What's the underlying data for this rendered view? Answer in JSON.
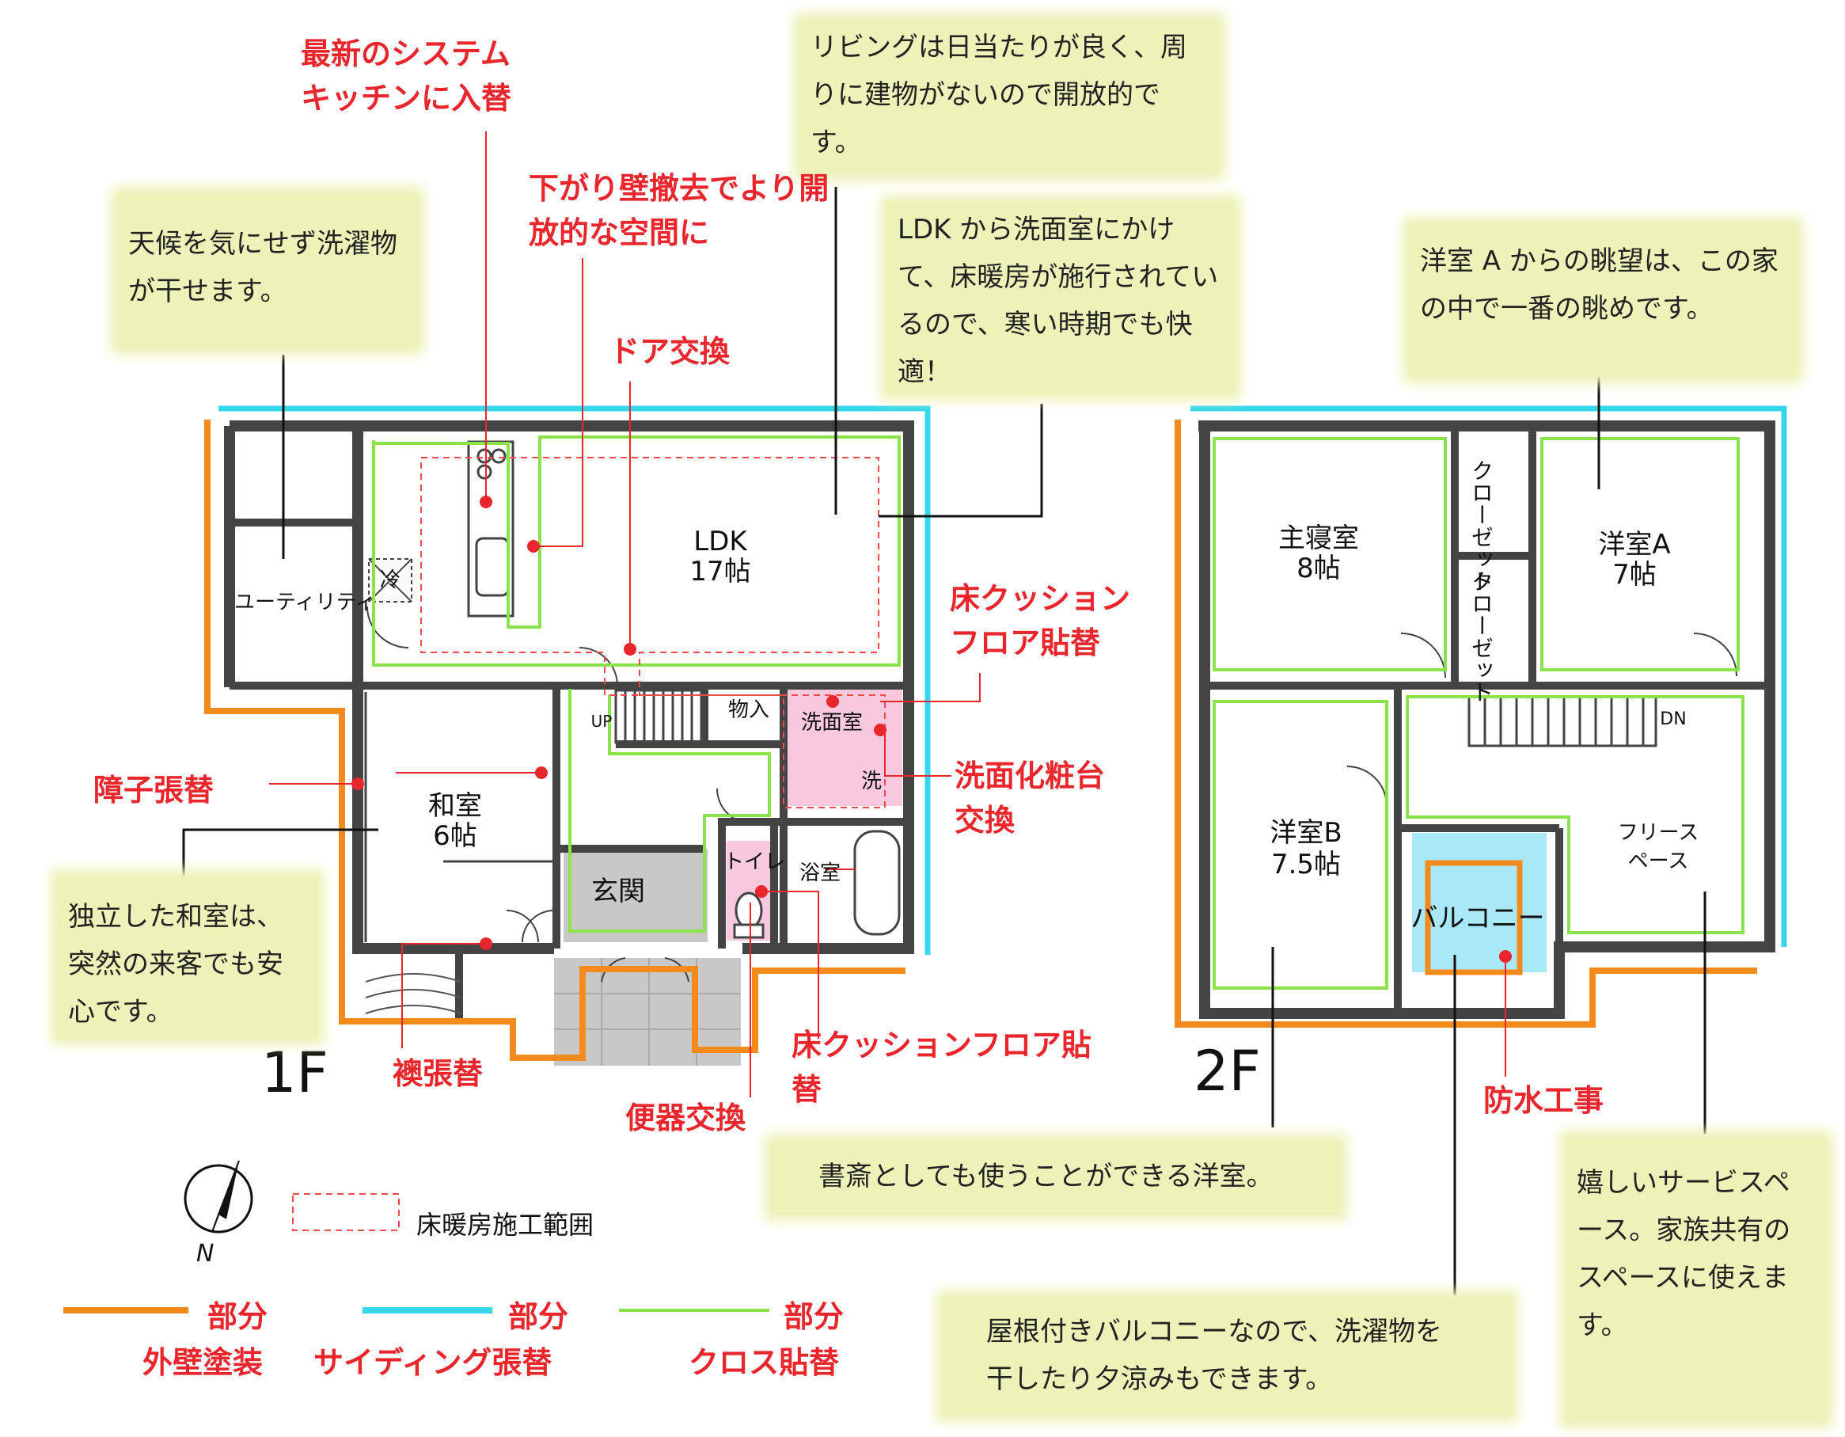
{
  "floors": {
    "first": "1F",
    "second": "2F"
  },
  "rooms_1f": {
    "utility": "ユーティリティ",
    "fridge": "冷",
    "ldk_name": "LDK",
    "ldk_size": "17帖",
    "storage": "物入",
    "up": "UP",
    "washroom": "洗面室",
    "washer": "洗",
    "washitsu_name": "和室",
    "washitsu_size": "6帖",
    "entrance": "玄関",
    "toilet": "トイレ",
    "bath": "浴室"
  },
  "rooms_2f": {
    "master_name": "主寝室",
    "master_size": "8帖",
    "closet1": "クローゼット",
    "closet2": "クローゼット",
    "roomA_name": "洋室A",
    "roomA_size": "7帖",
    "roomB_name": "洋室B",
    "roomB_size": "7.5帖",
    "dn": "DN",
    "free_space": "フリースペース",
    "balcony": "バルコニー"
  },
  "notes": {
    "laundry": "天候を気にせず洗濯物が干せます。",
    "living": "リビングは日当たりが良く、周りに建物がないので開放的です。",
    "floor_heating": "LDK から洗面室にかけて、床暖房が施行されているので、寒い時期でも快適！",
    "view_a": "洋室 A からの眺望は、この家の中で一番の眺めです。",
    "washitsu": "独立した和室は、突然の来客でも安心です。",
    "study": "書斎としても使うことができる洋室。",
    "service_space": "嬉しいサービスペース。家族共有のスペースに使えます。",
    "balcony_note": "屋根付きバルコニーなので、洗濯物を干したり夕涼みもできます。"
  },
  "works": {
    "kitchen": "最新のシステムキッチンに入替",
    "wall": "下がり壁撤去でより開放的な空間に",
    "door": "ドア交換",
    "cushion1": "床クッションフロア貼替",
    "vanity": "洗面化粧台交換",
    "shoji": "障子張替",
    "fusuma": "襖張替",
    "toilet_swap": "便器交換",
    "cushion2": "床クッションフロア貼替",
    "waterproof": "防水工事"
  },
  "legend": {
    "compass": "N",
    "heating_range": "床暖房施工範囲",
    "part": "部分",
    "exterior": "外壁塗装",
    "siding": "サイディング張替",
    "cloth": "クロス貼替"
  },
  "colors": {
    "exterior": "#f28a1c",
    "siding": "#35d7ea",
    "cloth": "#8be24a",
    "heating": "#ee4c4c",
    "note_bg": "#ecf3b8",
    "callout": "#e8262c",
    "wet_room": "#f8c8de",
    "balcony": "#a9e8f7"
  }
}
